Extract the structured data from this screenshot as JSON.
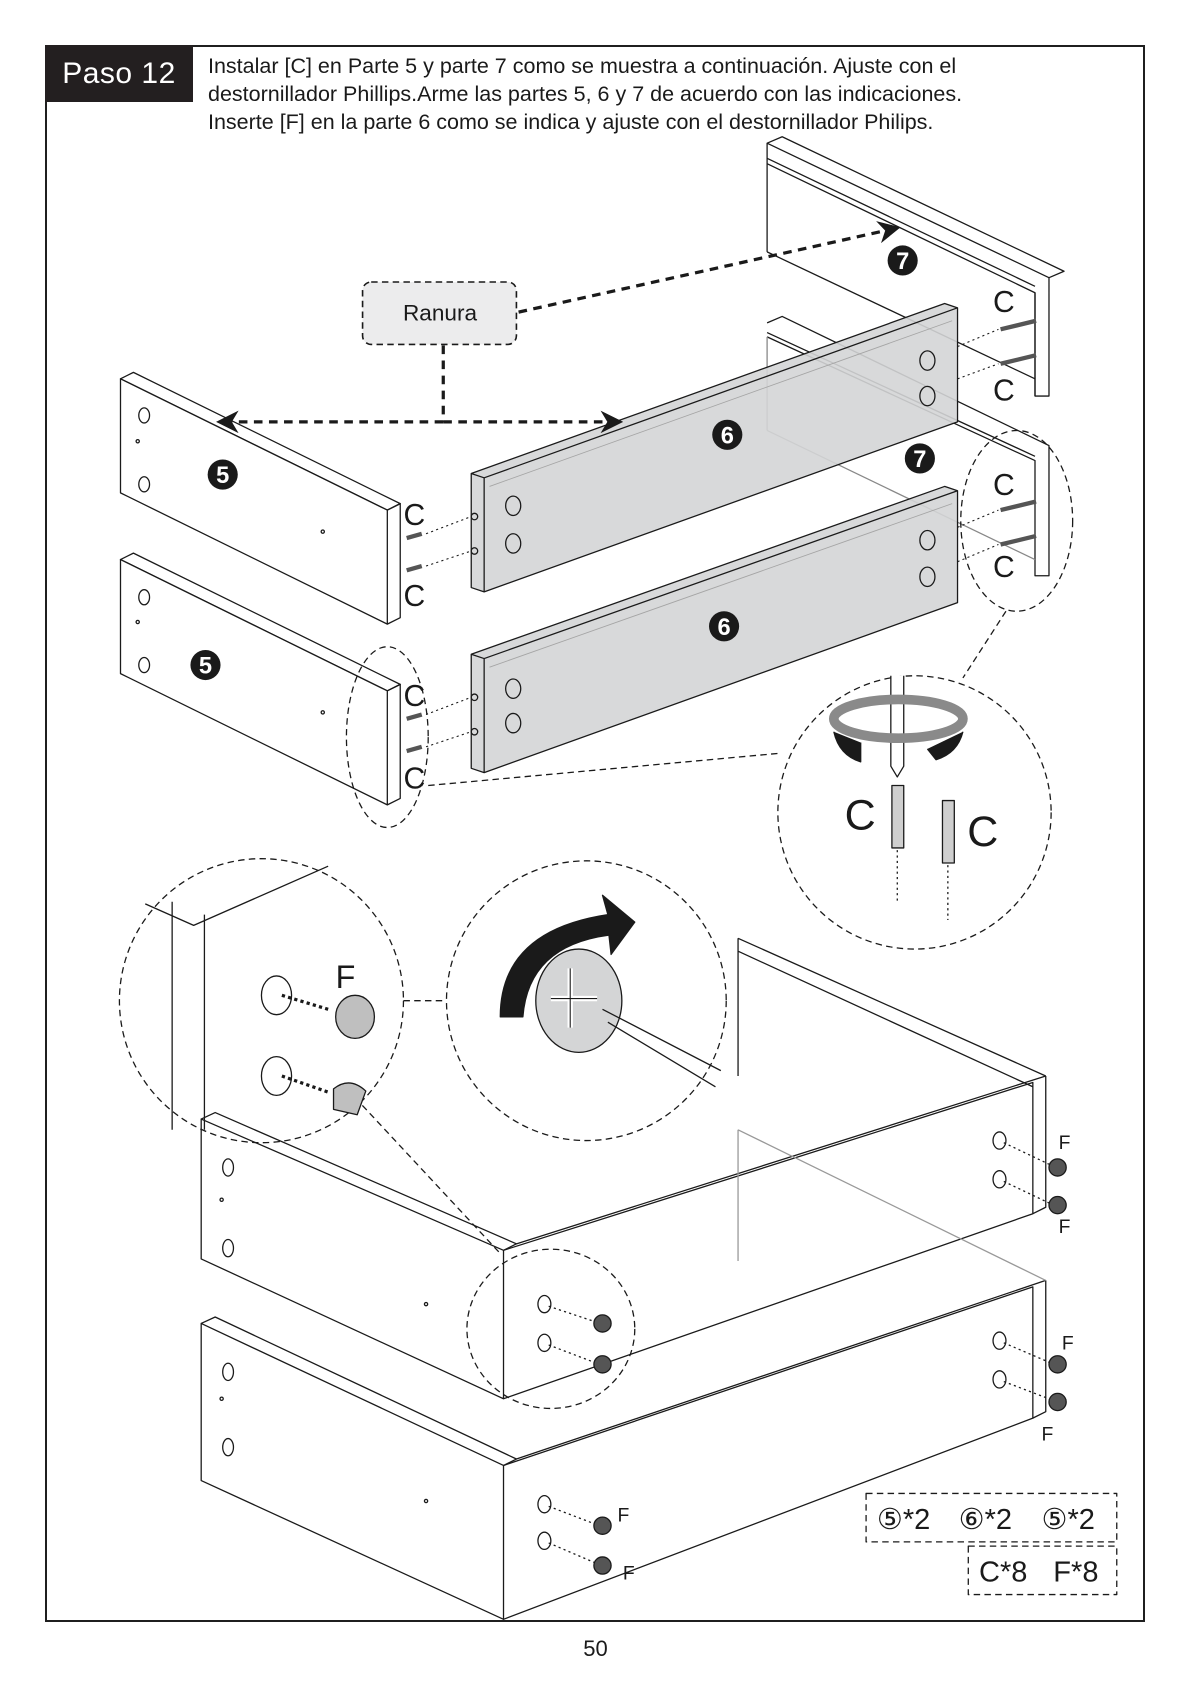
{
  "step": {
    "label": "Paso 12",
    "instructions": [
      "Instalar [C] en Parte 5 y parte 7 como se muestra a continuación. Ajuste con el",
      "destornillador Phillips.Arme las partes 5, 6 y 7 de acuerdo con las indicaciones.",
      "Inserte [F] en la parte 6 como se indica y ajuste con el destornillador Philips."
    ]
  },
  "diagram": {
    "callout_label": "Ranura",
    "part_numbers": {
      "part5": "5",
      "part6": "6",
      "part7": "7"
    },
    "hardware_labels": {
      "cam_bolt": "C",
      "cam_lock": "F"
    },
    "colors": {
      "ink": "#1a1a1a",
      "panel_gray": "#d4d5d6",
      "callout_fill": "#ececed",
      "arrow_gray": "#8a8a8a"
    }
  },
  "parts_list": {
    "panels": [
      "⑤*2",
      "⑥*2",
      "⑤*2"
    ],
    "hardware": [
      "C*8",
      "F*8"
    ]
  },
  "page_number": "50"
}
